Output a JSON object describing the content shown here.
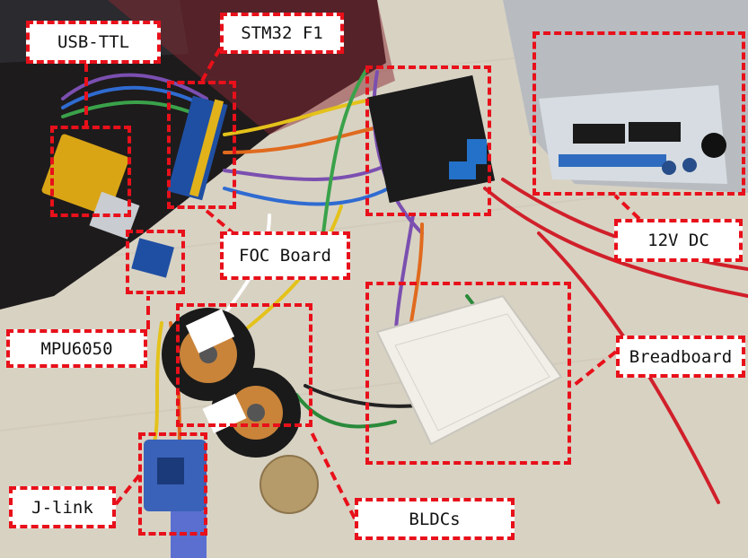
{
  "labels": {
    "usb_ttl": "USB-TTL",
    "stm32": "STM32 F1",
    "foc_board": "FOC Board",
    "mpu6050": "MPU6050",
    "twelve_v_dc": "12V DC",
    "breadboard": "Breadboard",
    "jlink": "J-link",
    "bldcs": "BLDCs"
  },
  "colors": {
    "annotation": "#e8101a",
    "label_bg": "#ffffff",
    "table": "#d9d3c4"
  }
}
